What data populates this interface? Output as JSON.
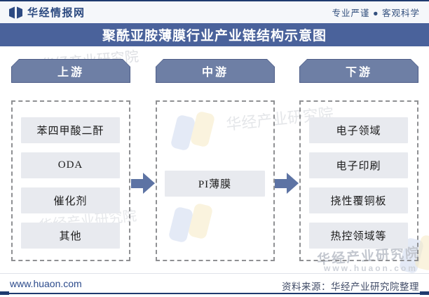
{
  "masthead": {
    "brand": "华经情报网",
    "slogan": "专业严谨 ● 客观科学"
  },
  "title": "聚酰亚胺薄膜行业产业链结构示意图",
  "columns": [
    {
      "header": "上游",
      "items": [
        "苯四甲酸二酐",
        "ODA",
        "催化剂",
        "其他"
      ]
    },
    {
      "header": "中游",
      "items": [
        "PI薄膜"
      ]
    },
    {
      "header": "下游",
      "items": [
        "电子领域",
        "电子印刷",
        "挠性覆铜板",
        "热控领域等"
      ]
    }
  ],
  "footer": {
    "site": "www.huaon.com",
    "source": "资料来源：华经产业研究院整理"
  },
  "watermark": {
    "text": "华经产业研究院",
    "site": "www.huaon.com"
  },
  "colors": {
    "title_band": "#4a629b",
    "column_header": "#6e7fa5",
    "column_header_border": "#4d5d87",
    "arrow": "#5d73a4",
    "item_box": "#e8eaef",
    "navy_rule": "#1e3a6e",
    "dashed_border": "#8f9093"
  }
}
